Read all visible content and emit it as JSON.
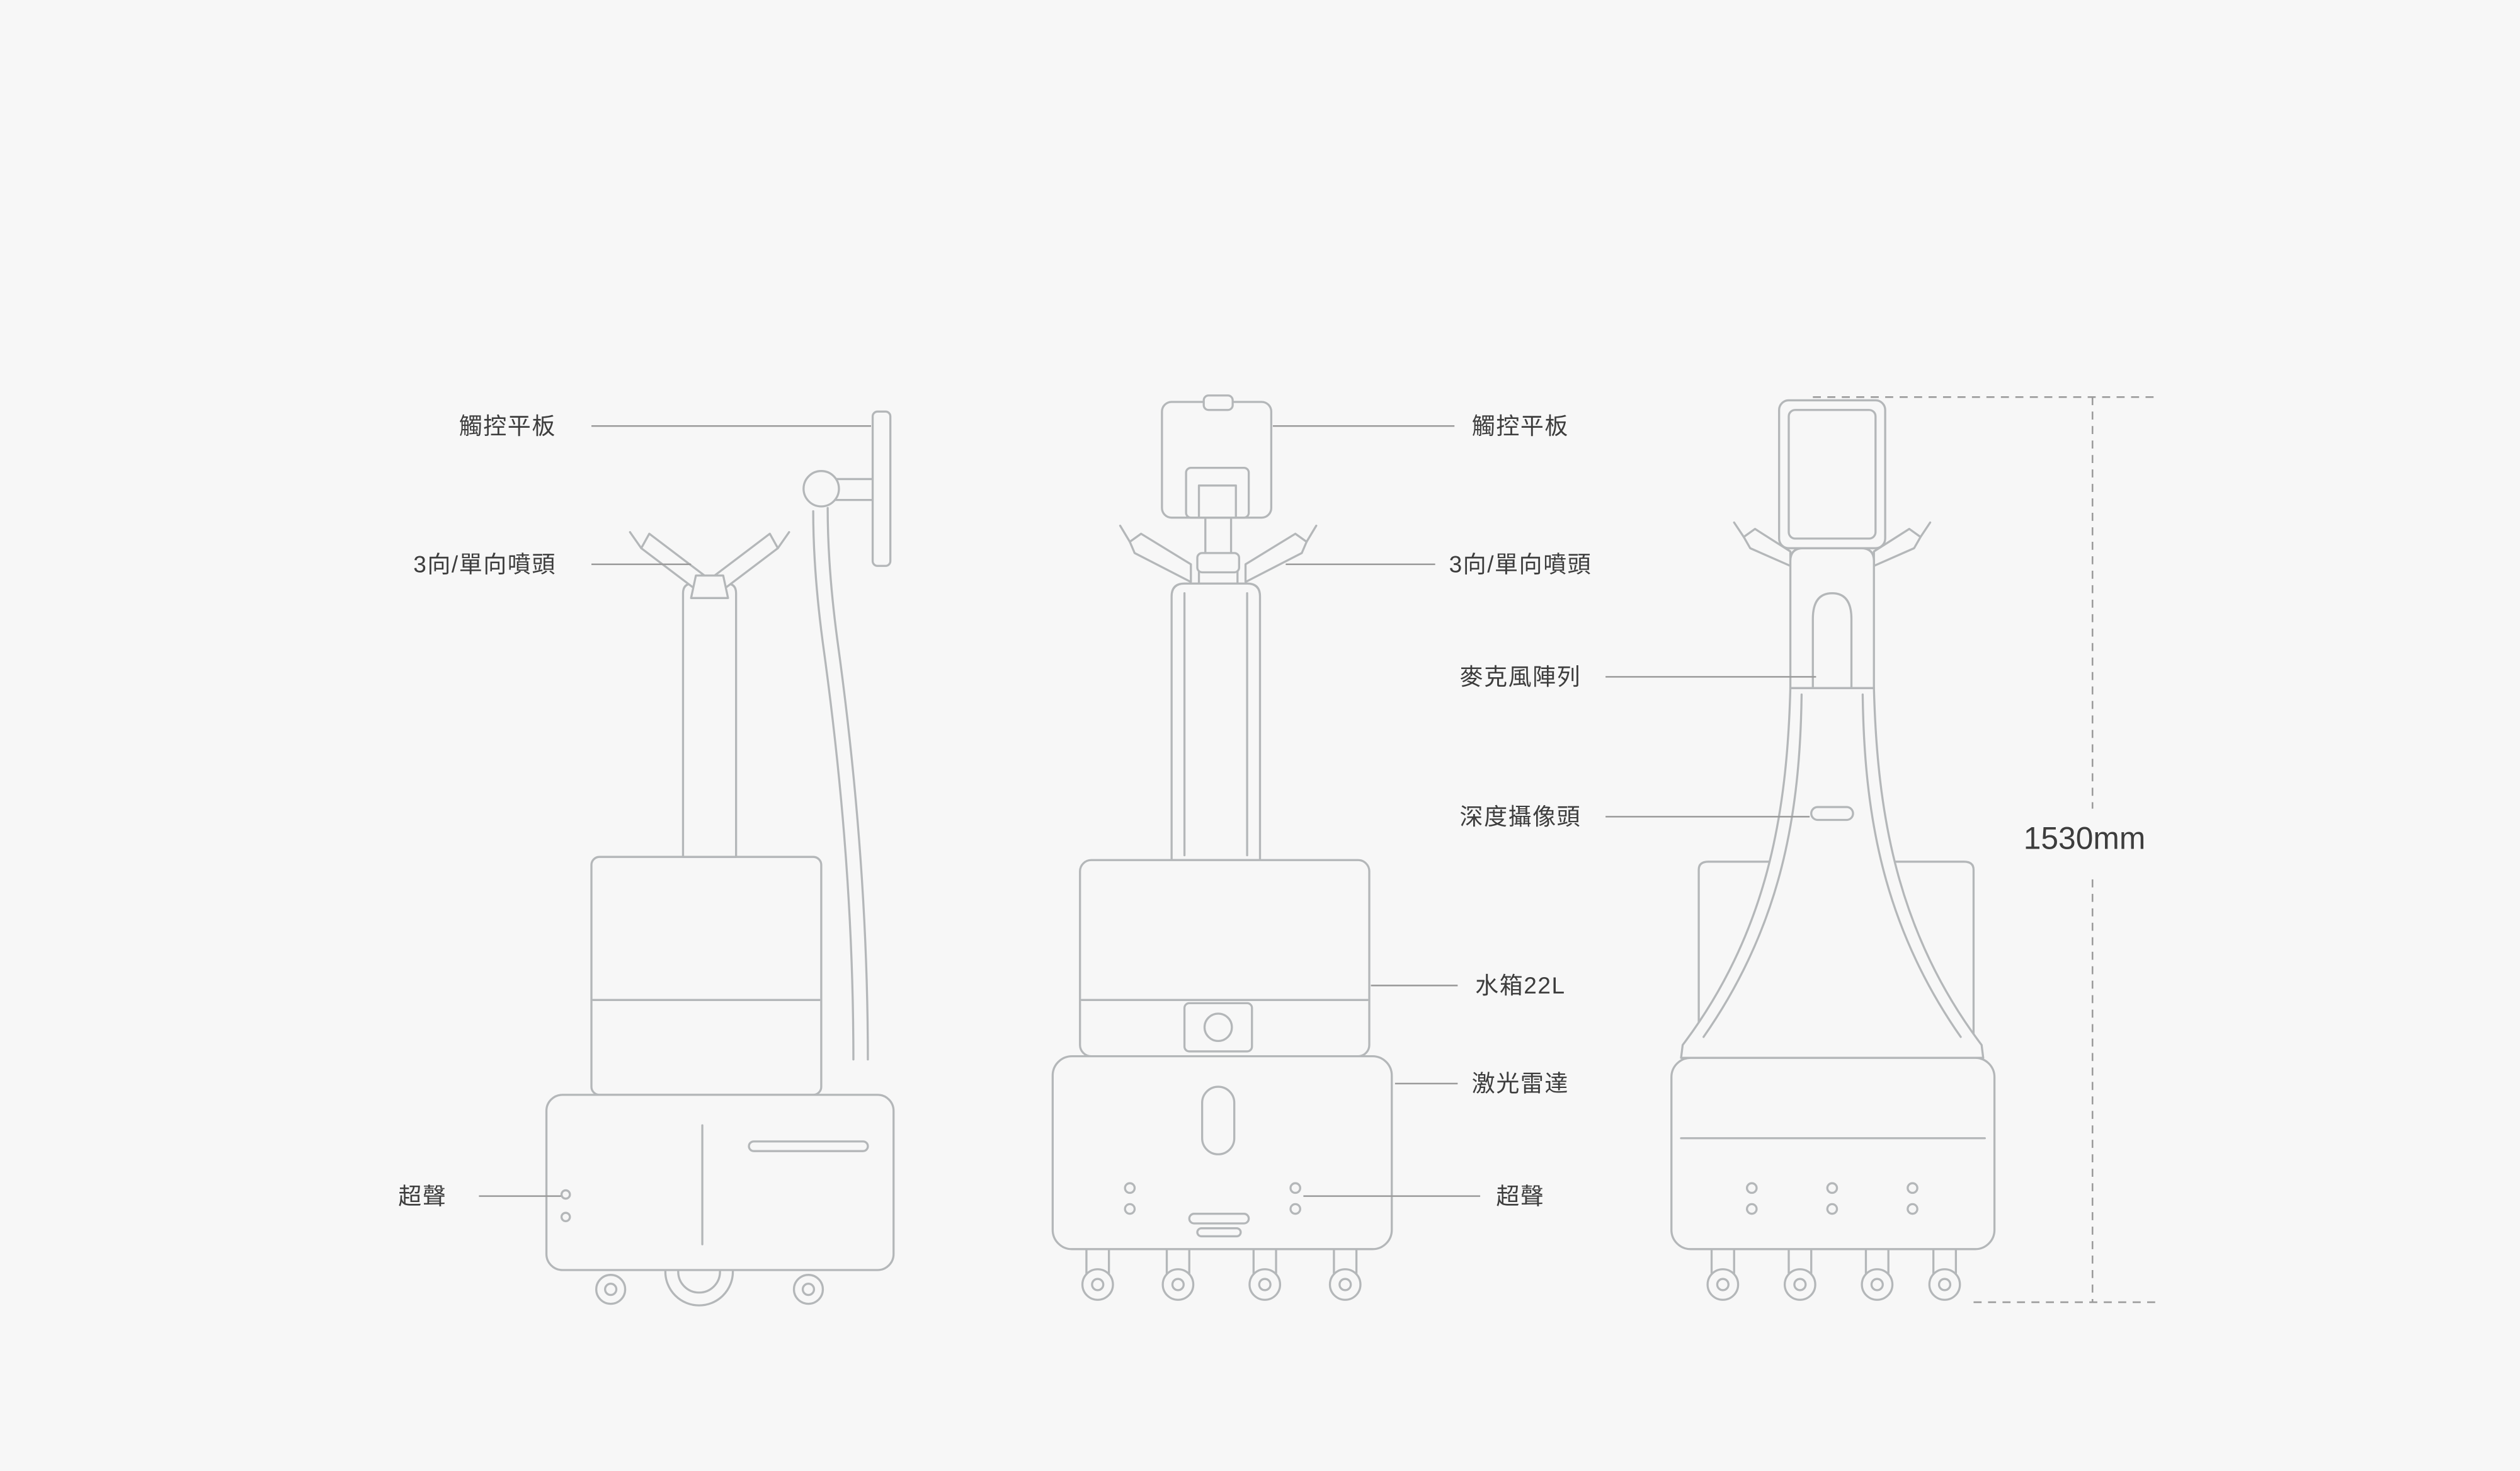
{
  "canvas": {
    "background": "#f7f7f7",
    "drawing_line_color": "#b4b7b9",
    "label_line_color": "#9b9b9b",
    "text_color": "#3d3d3d"
  },
  "callouts": {
    "side_view": {
      "touch_tablet": "觸控平板",
      "spray_nozzle": "3向/單向噴頭",
      "ultrasonic": "超聲"
    },
    "front_back_view": {
      "touch_tablet": "觸控平板",
      "spray_nozzle": "3向/單向噴頭",
      "microphone_array": "麥克風陣列",
      "depth_camera": "深度攝像頭",
      "water_tank": "水箱22L",
      "lidar": "激光雷達",
      "ultrasonic": "超聲"
    },
    "dimension": {
      "overall_height": "1530mm"
    }
  }
}
